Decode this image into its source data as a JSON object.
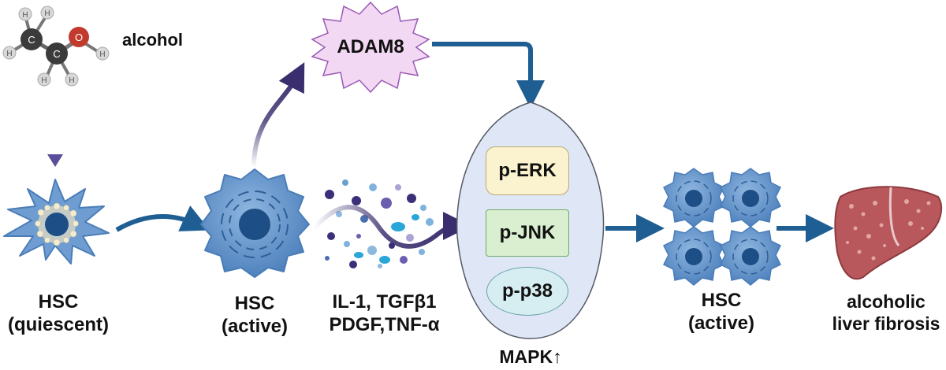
{
  "labels": {
    "alcohol": "alcohol",
    "adam8": "ADAM8",
    "hsc_quiescent_line1": "HSC",
    "hsc_quiescent_line2": "(quiescent)",
    "hsc_active_line1": "HSC",
    "hsc_active_line2": "(active)",
    "cytokines_line1": "IL-1, TGFβ1",
    "cytokines_line2": "PDGF,TNF-α",
    "p_erk": "p-ERK",
    "p_jnk": "p-JNK",
    "p_p38": "p-p38",
    "mapk": "MAPK↑",
    "hsc_active2_line1": "HSC",
    "hsc_active2_line2": "(active)",
    "fibrosis_line1": "alcoholic",
    "fibrosis_line2": "liver fibrosis"
  },
  "molecule_atoms": {
    "carbon1": "C",
    "carbon2": "C",
    "oxygen": "O",
    "hydrogen": "H"
  },
  "colors": {
    "arrow_blue": "#1f5e93",
    "arrow_purple": "#3b2e6e",
    "cell_fill": "#5d8fc8",
    "cell_nucleus": "#1d4f86",
    "mapk_fill": "#dfe6f6",
    "erk_fill": "#fbf3cf",
    "jnk_fill": "#d9efcf",
    "p38_fill": "#d6eef2",
    "adam8_fill": "#f2d8f2",
    "liver_fill": "#b9585c"
  }
}
